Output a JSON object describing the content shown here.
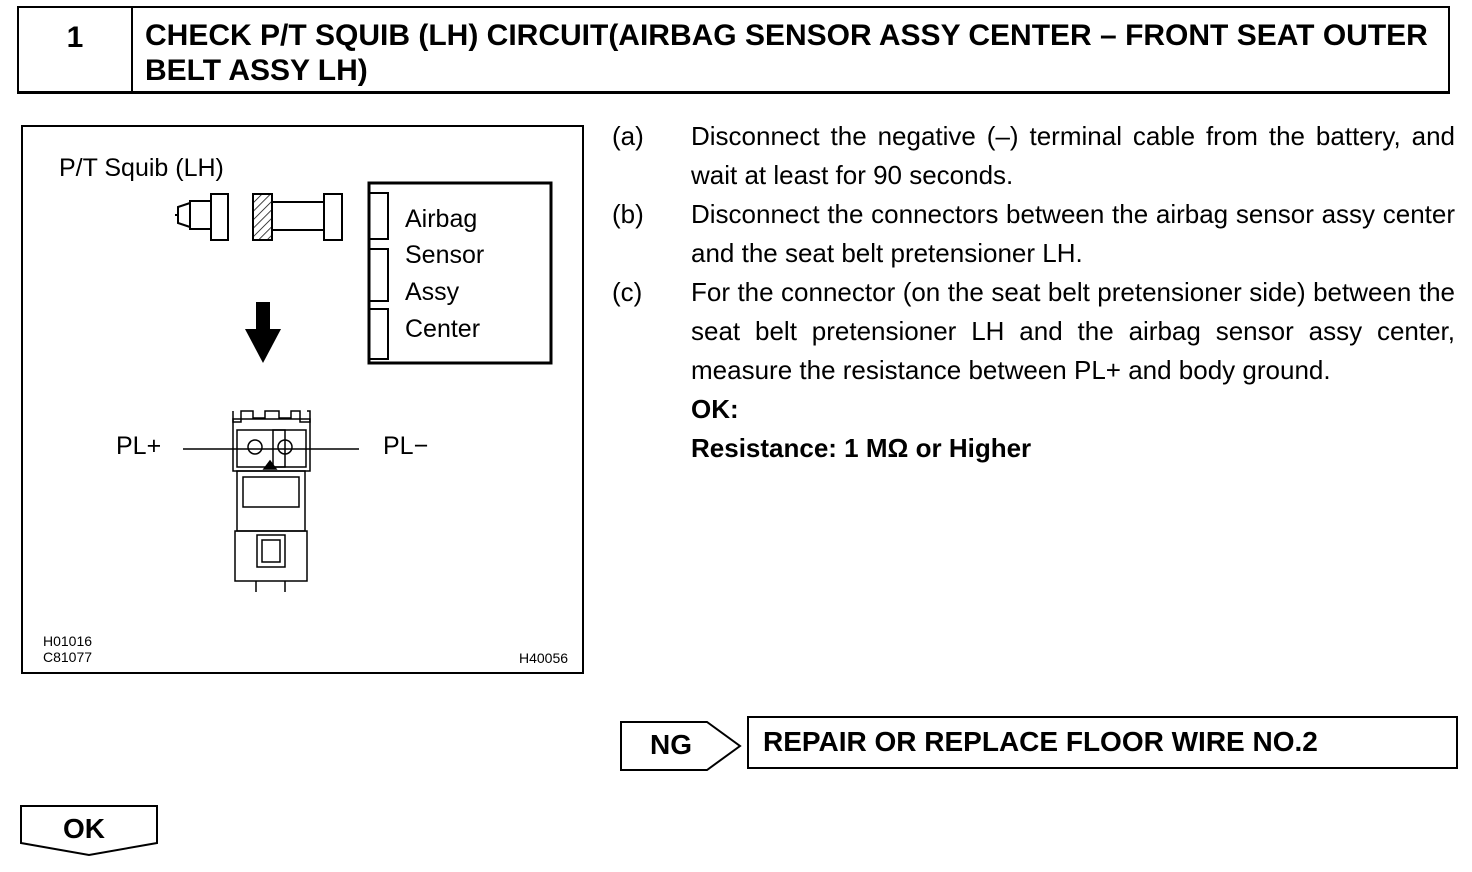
{
  "step": {
    "number": "1",
    "title": "CHECK P/T SQUIB (LH) CIRCUIT(AIRBAG SENSOR ASSY CENTER – FRONT SEAT OUTER BELT ASSY LH)"
  },
  "figure": {
    "squib_label": "P/T Squib (LH)",
    "sensor_lines": [
      "Airbag",
      "Sensor",
      "Assy",
      "Center"
    ],
    "terminal_plus": "PL+",
    "terminal_minus": "PL−",
    "codes_left": [
      "H01016",
      "C81077"
    ],
    "code_right": "H40056"
  },
  "instructions": [
    {
      "label": "(a)",
      "text": "Disconnect the negative (–) terminal cable from the battery, and wait at least for 90 seconds."
    },
    {
      "label": "(b)",
      "text": "Disconnect the connectors between the airbag sensor assy center and the seat belt pretensioner LH."
    },
    {
      "label": "(c)",
      "text": "For the connector (on the seat belt pretensioner side) between the seat belt pretensioner LH and the airbag sensor assy center, measure the resistance between PL+ and body ground."
    }
  ],
  "ok_label": "OK:",
  "spec": "Resistance: 1 MΩ or Higher",
  "ng": {
    "label": "NG",
    "action": "REPAIR OR REPLACE FLOOR WIRE NO.2"
  },
  "ok_button": "OK"
}
